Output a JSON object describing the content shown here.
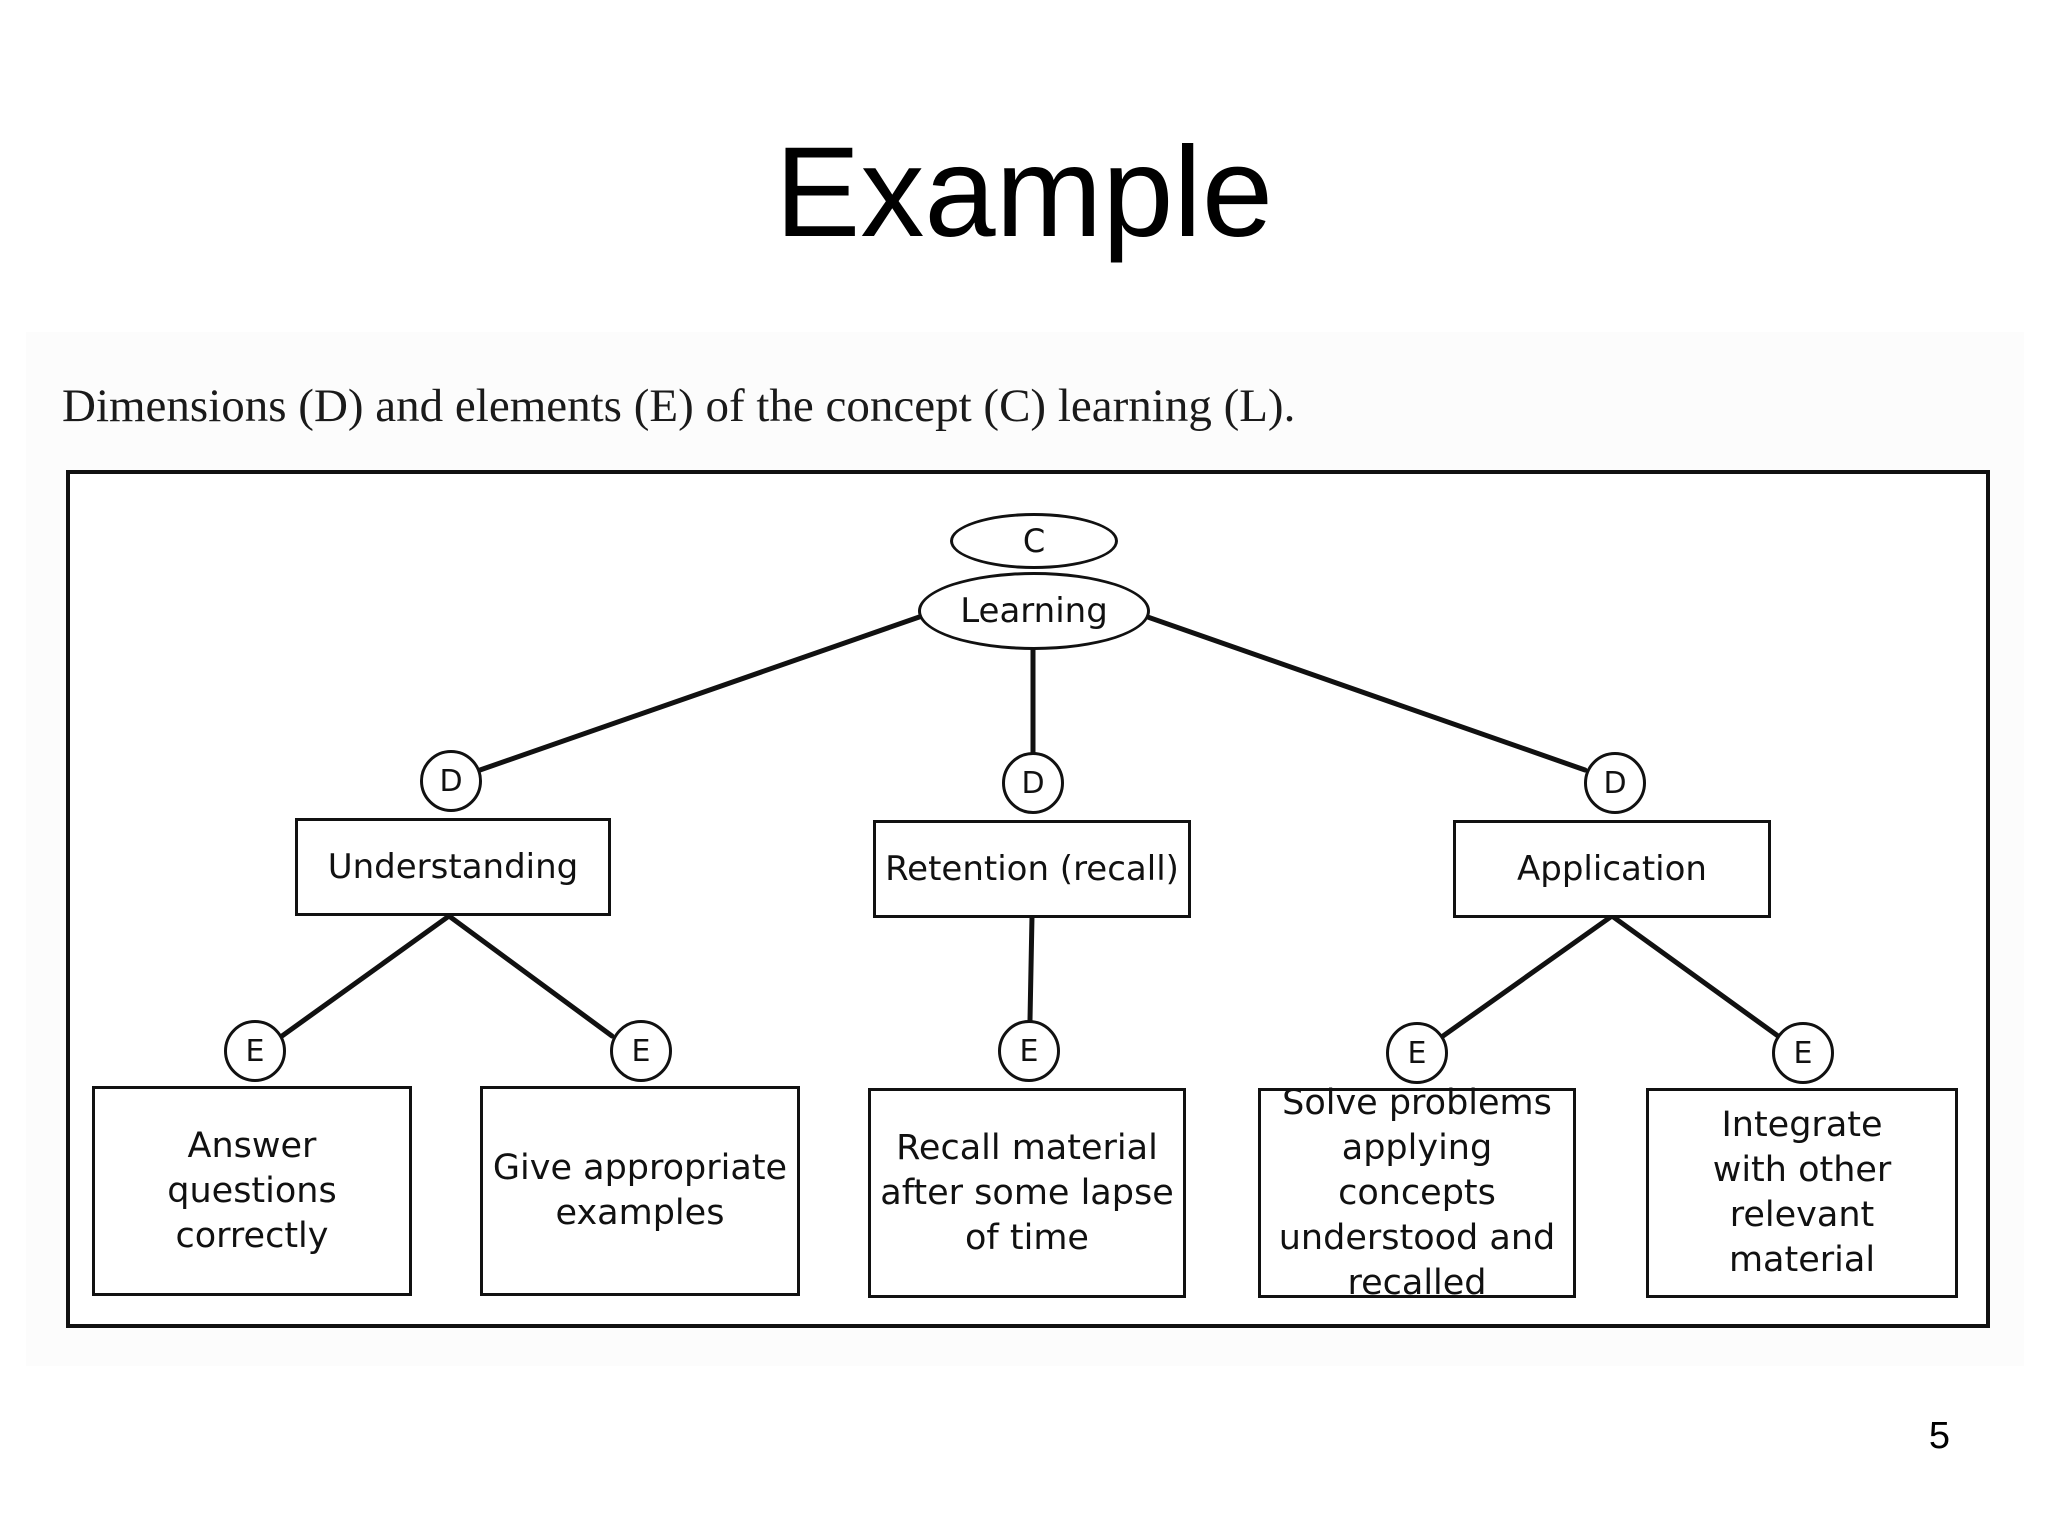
{
  "slide": {
    "title": "Example",
    "page_number": "5"
  },
  "figure": {
    "caption": "Dimensions (D) and elements (E) of the concept (C) learning (L).",
    "concept": {
      "tag": "C",
      "label": "Learning"
    },
    "dimension_tag": "D",
    "element_tag": "E",
    "dimensions": [
      {
        "label": "Understanding",
        "elements": [
          "Answer questions\ncorrectly",
          "Give appropriate\nexamples"
        ]
      },
      {
        "label": "Retention (recall)",
        "elements": [
          "Recall material\nafter some lapse\nof time"
        ]
      },
      {
        "label": "Application",
        "elements": [
          "Solve problems\napplying concepts\nunderstood and\nrecalled",
          "Integrate\nwith other\nrelevant\nmaterial"
        ]
      }
    ]
  }
}
